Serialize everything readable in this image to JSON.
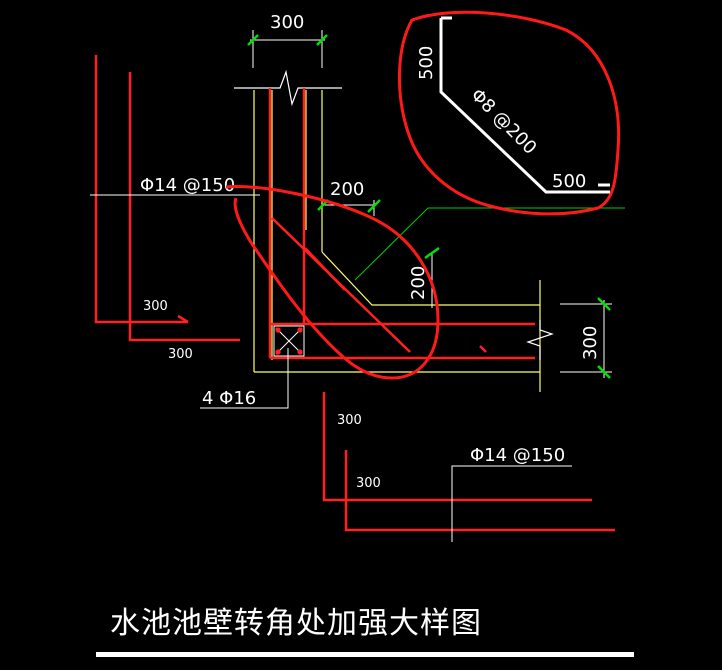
{
  "drawing": {
    "title": "水池池壁转角处加强大样图",
    "colors": {
      "background": "#000000",
      "rebar": "#ff2020",
      "markup": "#ff1a1a",
      "outline": "#ffff66",
      "leader": "#ffffff",
      "dimension_tick": "#00e000",
      "green_leader": "#00d000",
      "title_bar": "#ffffff"
    },
    "labels": {
      "wall_thickness": "300",
      "haunch_h": "200",
      "haunch_v": "200",
      "slab_thickness": "300",
      "rebar_main_top": "Φ14 @150",
      "rebar_main_bottom": "Φ14 @150",
      "corner_bars": "4 Φ16",
      "hook_300_a": "300",
      "hook_300_b": "300",
      "hook_300_c": "300",
      "hook_300_d": "300",
      "detail_leg_v": "500",
      "detail_leg_h": "500",
      "detail_rebar": "Φ8 @200"
    }
  }
}
